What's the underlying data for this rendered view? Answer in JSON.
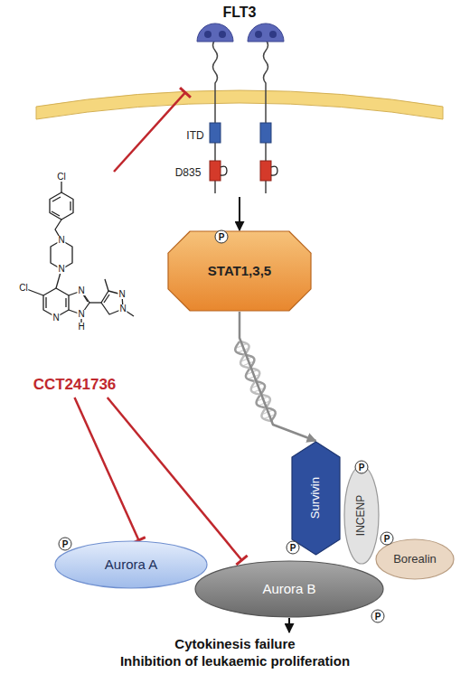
{
  "diagram": {
    "nodes": [
      {
        "text": [
          "FLT3"
        ]
      },
      {
        "text": [
          "STAT1,3,5"
        ]
      },
      {
        "text": [
          "CCT241736"
        ]
      },
      {
        "text": [
          "Aurora A"
        ]
      },
      {
        "text": [
          "Survivin"
        ]
      },
      {
        "text": [
          "INCENP"
        ]
      },
      {
        "text": [
          "Borealin"
        ]
      },
      {
        "text": [
          "Aurora B"
        ]
      },
      {
        "text": [
          "Cytokinesis failure",
          "Inhibition of leukaemic proliferation"
        ]
      }
    ],
    "edges": [
      {
        "from": 0,
        "to": 1,
        "arrow": "to"
      },
      {
        "from": 2,
        "to": 0,
        "arrow": "to"
      },
      {
        "from": 1,
        "to": 4,
        "arrow": "to"
      },
      {
        "from": 2,
        "to": 3,
        "arrow": "to"
      },
      {
        "from": 2,
        "to": 7,
        "arrow": "to"
      },
      {
        "from": 7,
        "to": 8,
        "arrow": "to"
      }
    ],
    "labels": [
      "ITD",
      "D835",
      "Cl",
      "N",
      "N",
      "Cl",
      "N",
      "N",
      "N",
      "H",
      "N",
      "N",
      "P",
      "P",
      "P",
      "P",
      "P",
      "P"
    ]
  }
}
